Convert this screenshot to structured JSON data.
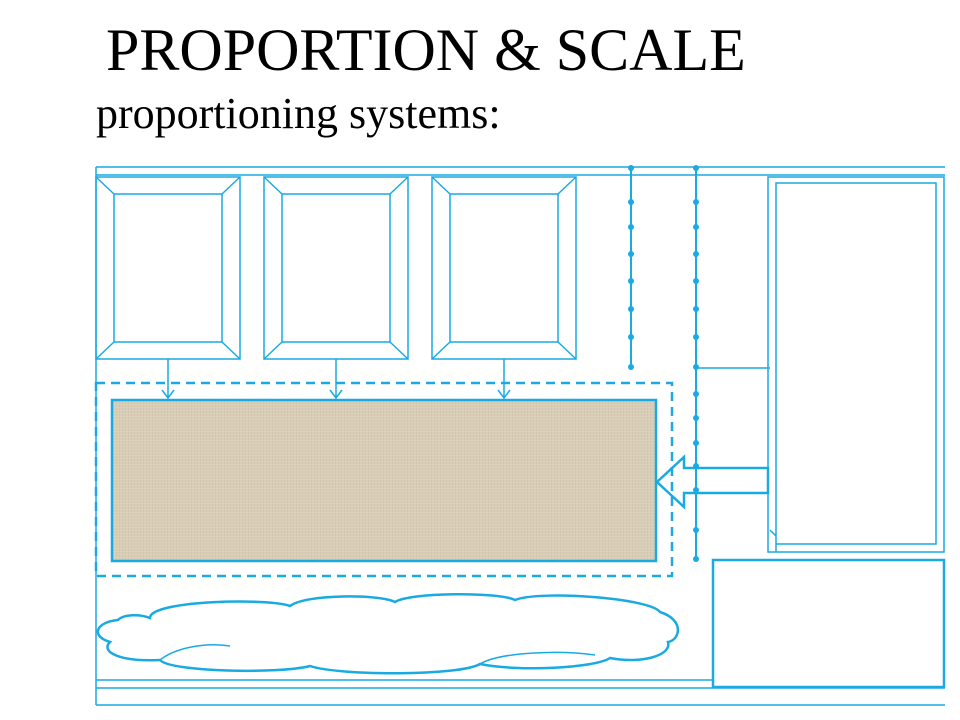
{
  "slide": {
    "title": "PROPORTION & SCALE",
    "subtitle": "proportioning systems:"
  },
  "diagram": {
    "line_color": "#1aaae2",
    "rug_color": "#d8cdb6",
    "frame_count": 3,
    "guideline_count": 2
  }
}
